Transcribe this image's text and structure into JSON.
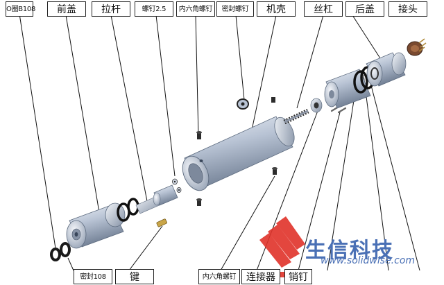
{
  "labels": {
    "o_ring_b108": "O圈B108",
    "front_cover": "前盖",
    "pull_rod": "拉杆",
    "screw_2_5": "螺钉2.5",
    "hex_screw_top": "内六角螺钉",
    "seal_screw": "密封螺钉",
    "housing": "机壳",
    "lead_screw": "丝杠",
    "rear_cover": "后盖",
    "connector_plug": "接头",
    "seal_ring_108": "密封108",
    "key": "键",
    "hex_screw_bottom": "内六角螺钉",
    "coupling": "连接器",
    "pin": "销钉"
  },
  "watermark": {
    "brand": "生信科技",
    "url": "www.solidwise.com"
  },
  "colors": {
    "metal": "#b8c3d4",
    "metal_dark": "#6f7d92",
    "rubber": "#1a1a1a",
    "brass": "#c9a548",
    "plug": "#7a4a30",
    "watermark": "#4a70b5",
    "watermark_red": "#e0332a"
  }
}
